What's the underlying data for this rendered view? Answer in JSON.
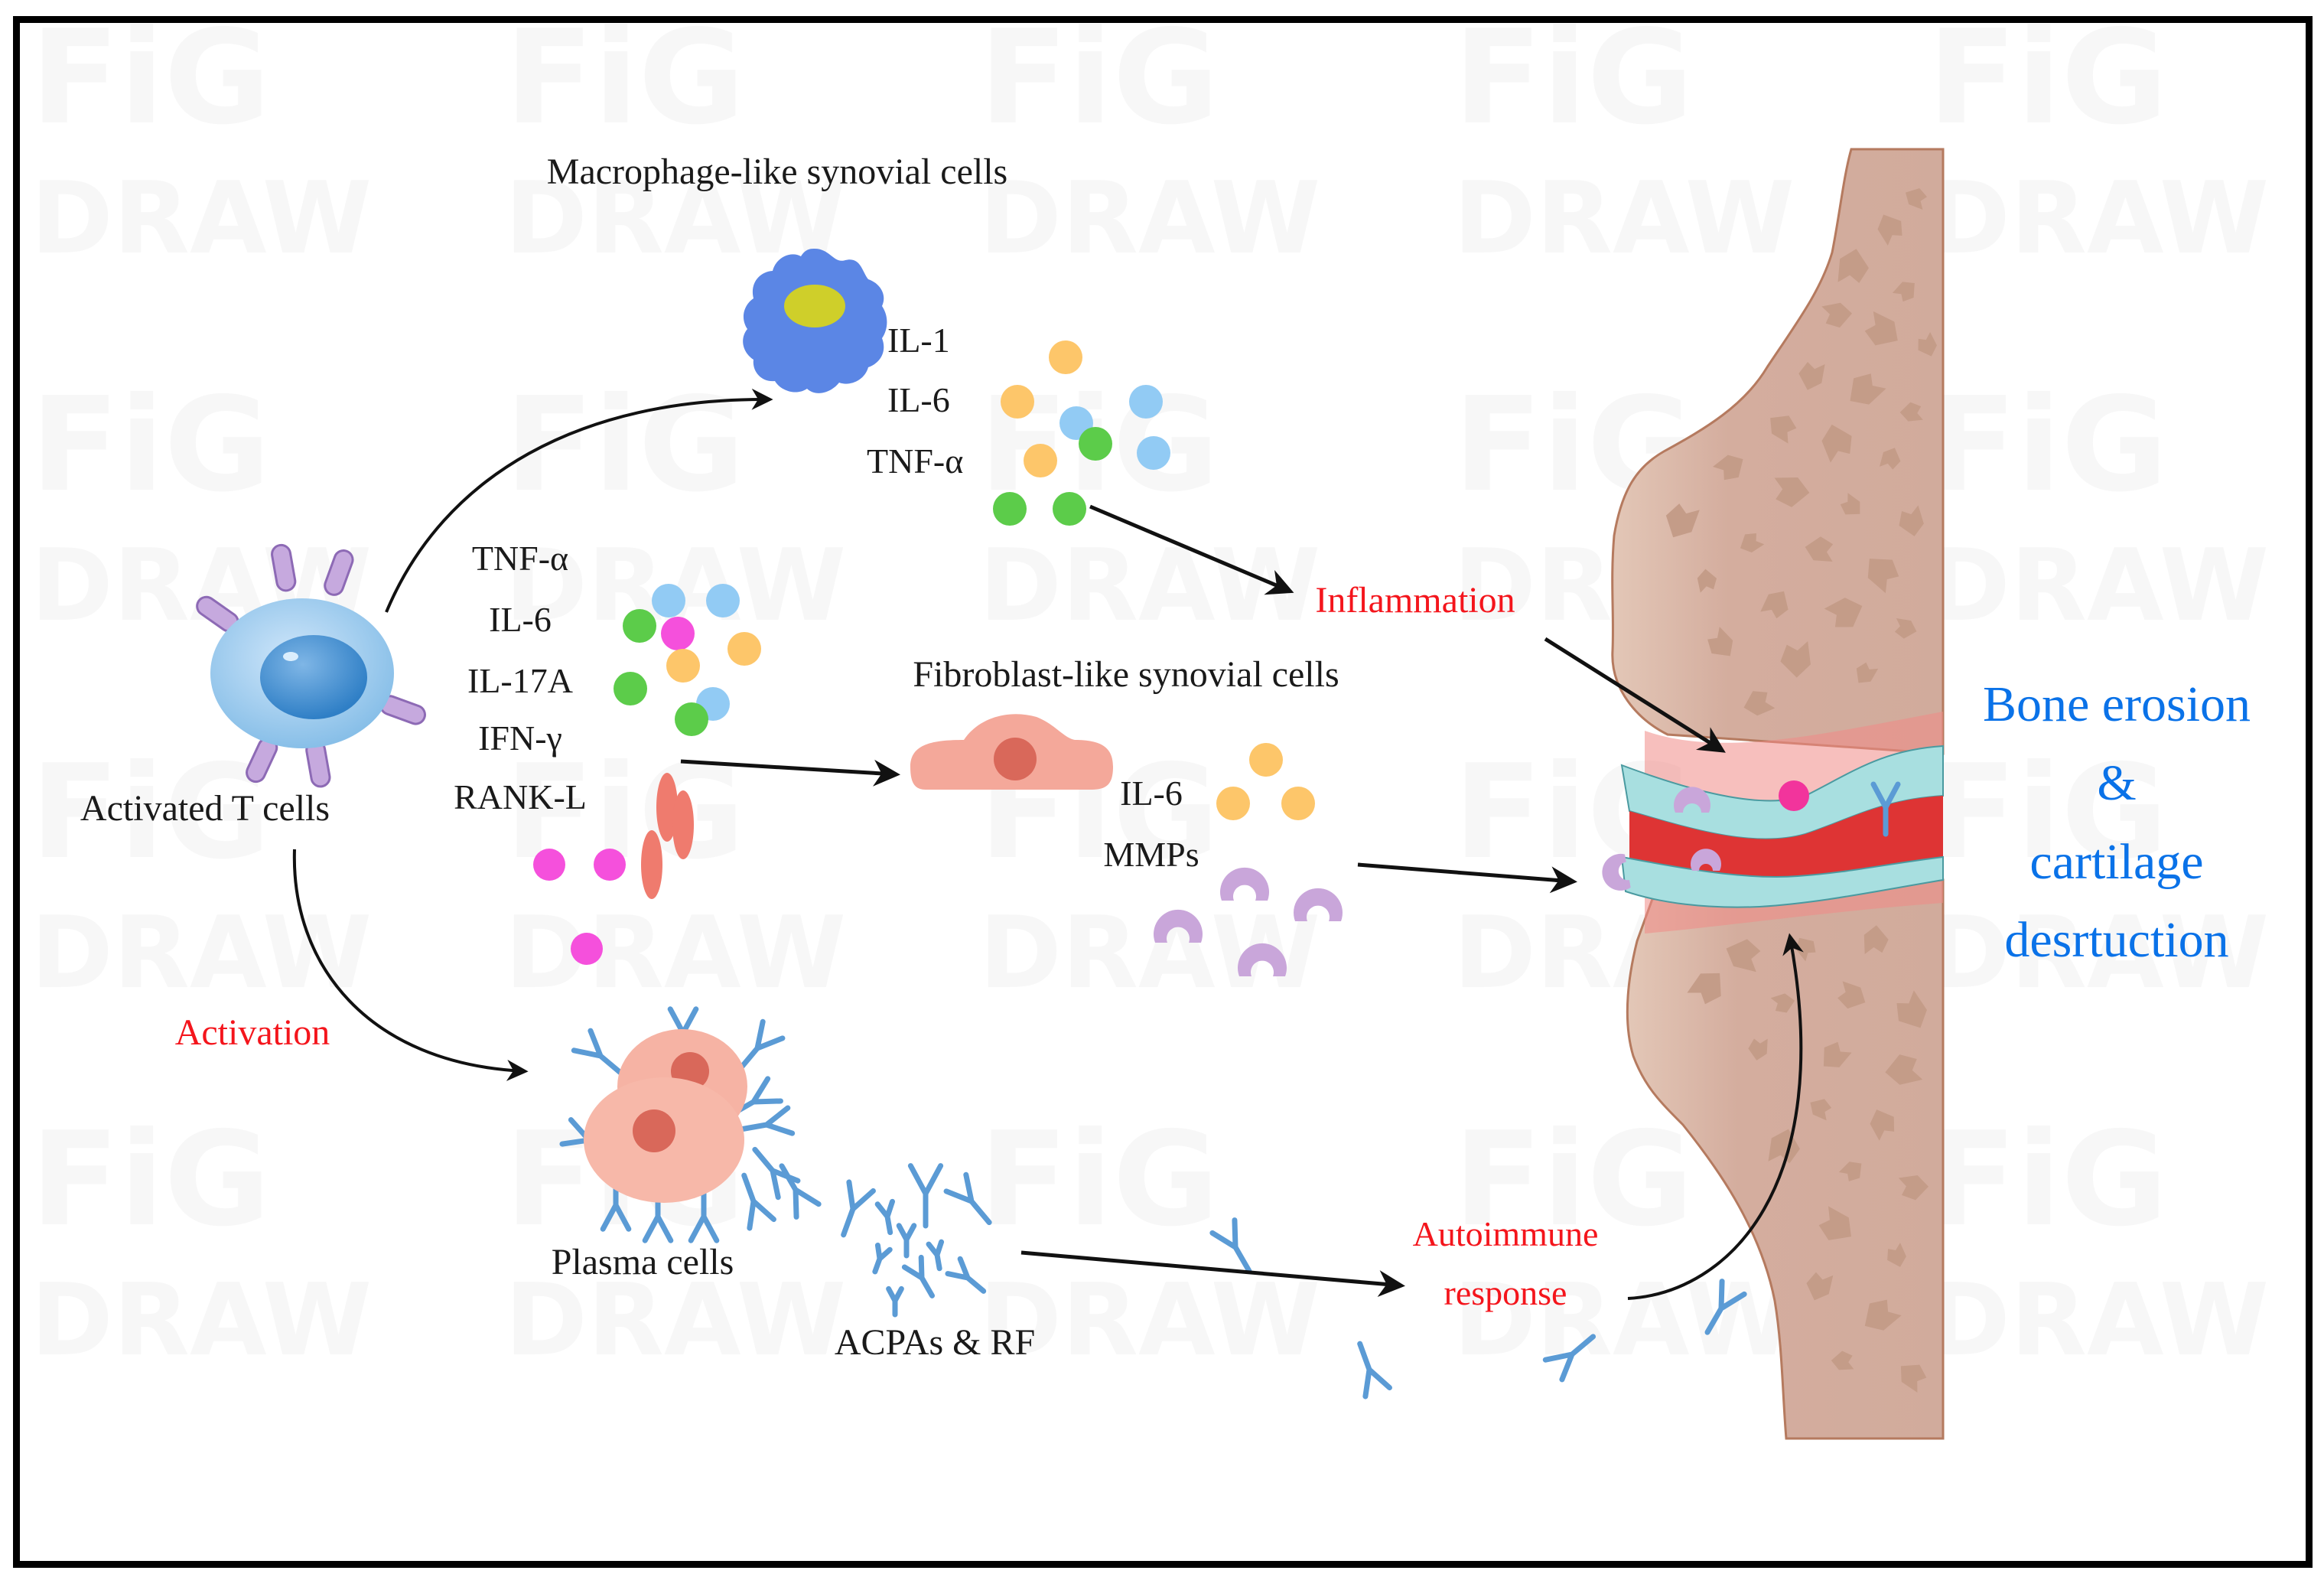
{
  "figure": {
    "watermark": {
      "line1": "FiG",
      "line2": "DRAW"
    },
    "labels": {
      "macrophage": "Macrophage-like synovial cells",
      "fibroblast": "Fibroblast-like synovial cells",
      "t_cells": "Activated T cells",
      "plasma_cells": "Plasma cells",
      "antibodies": "ACPAs & RF",
      "inflammation": "Inflammation",
      "activation": "Activation",
      "autoimmune_line1": "Autoimmune",
      "autoimmune_line2": "response",
      "outcome_line1": "Bone erosion",
      "outcome_line2": "&",
      "outcome_line3": "cartilage",
      "outcome_line4": "desrtuction"
    },
    "macrophage_cytokines": [
      "IL-1",
      "IL-6",
      "TNF-α"
    ],
    "t_cell_cytokines": [
      "TNF-α",
      "IL-6",
      "IL-17A",
      "IFN-γ",
      "RANK-L"
    ],
    "fibroblast_products": [
      "IL-6",
      "MMPs"
    ],
    "colors": {
      "frame": "#000000",
      "emphasis_red": "#f4151c",
      "outcome_blue": "#0a72e8",
      "macrophage": "#5b86e5",
      "macrophage_nucleus": "#cfcf2a",
      "t_cell": "#8fc4ec",
      "t_cell_nucleus": "#3d8fd0",
      "receptor": "#b79ad0",
      "fibroblast": "#f4a89a",
      "plasma_cell": "#f6b3a4",
      "antibody": "#5b9bd5",
      "cytokine_orange": "#fdc66a",
      "cytokine_blue": "#92cbf4",
      "cytokine_green": "#5ccc4a",
      "cytokine_magenta": "#f550dc",
      "rankl": "#ef7b6e",
      "mmp": "#c9a6da",
      "bone": "#d6b2a4",
      "bone_spot": "#c49c88",
      "synovium_red": "#de3434",
      "cartilage_teal": "#a8dfe0"
    }
  }
}
